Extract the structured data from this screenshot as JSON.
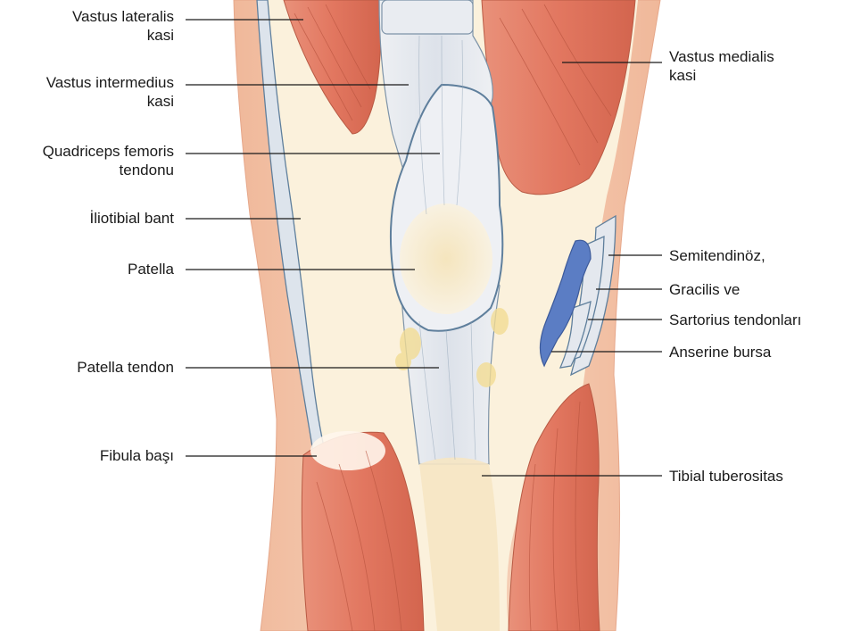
{
  "labels_left": [
    {
      "id": "vastus-lateralis",
      "lines": [
        "Vastus lateralis",
        "kasi"
      ]
    },
    {
      "id": "vastus-intermedius",
      "lines": [
        "Vastus intermedius",
        "kasi"
      ]
    },
    {
      "id": "quadriceps-femoris",
      "lines": [
        "Quadriceps femoris",
        "tendonu"
      ]
    },
    {
      "id": "iliotibial",
      "lines": [
        "İliotibial bant"
      ]
    },
    {
      "id": "patella",
      "lines": [
        "Patella"
      ]
    },
    {
      "id": "patella-tendon",
      "lines": [
        "Patella tendon"
      ]
    },
    {
      "id": "fibula-basi",
      "lines": [
        "Fibula başı"
      ]
    }
  ],
  "labels_right": [
    {
      "id": "vastus-medialis",
      "lines": [
        "Vastus medialis",
        "kasi"
      ]
    },
    {
      "id": "semitendinoz",
      "lines": [
        "Semitendinöz,"
      ]
    },
    {
      "id": "gracilis",
      "lines": [
        "Gracilis ve"
      ]
    },
    {
      "id": "sartorius",
      "lines": [
        "Sartorius tendonları"
      ]
    },
    {
      "id": "anserine-bursa",
      "lines": [
        "Anserine bursa"
      ]
    },
    {
      "id": "tibial-tuberositas",
      "lines": [
        "Tibial tuberositas"
      ]
    }
  ],
  "colors": {
    "skin": "#f3c9ad",
    "muscle": "#e07a5f",
    "muscle_dark": "#c85a44",
    "fascia": "#fbf1dc",
    "tendon": "#dfe3ea",
    "outline": "#5f7f9c",
    "bursa": "#5b7dc4",
    "fat": "#f2dc94"
  }
}
